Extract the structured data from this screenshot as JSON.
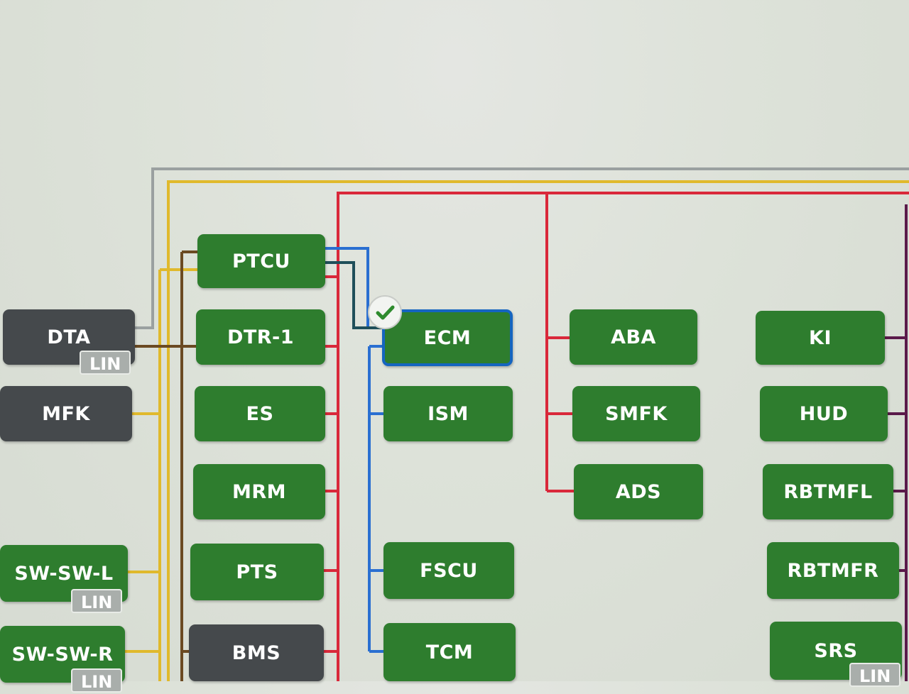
{
  "colors": {
    "node_green": "#2e7d2e",
    "node_gray": "#45494c",
    "selection_blue": "#1565c0",
    "bus_gray": "#9aa0a0",
    "bus_yellow": "#e0b92c",
    "bus_red": "#d9283a",
    "bus_blue": "#2a6fd1",
    "bus_brown": "#6b4a22",
    "bus_purple": "#5a1a4a"
  },
  "nodes": {
    "dta": "DTA",
    "mfk": "MFK",
    "sw_sw_l": "SW-SW-L",
    "sw_sw_r": "SW-SW-R",
    "ptcu": "PTCU",
    "dtr_1": "DTR-1",
    "es": "ES",
    "mrm": "MRM",
    "pts": "PTS",
    "bms": "BMS",
    "ecm": "ECM",
    "ism": "ISM",
    "fscu": "FSCU",
    "tcm": "TCM",
    "aba": "ABA",
    "smfk": "SMFK",
    "ads": "ADS",
    "ki": "KI",
    "hud": "HUD",
    "rbtmfl": "RBTMFL",
    "rbtmfr": "RBTMFR",
    "srs": "SRS"
  },
  "badges": {
    "dta_lin": "LIN",
    "sw_sw_l_lin": "LIN",
    "sw_sw_r_lin": "LIN",
    "srs_lin": "LIN"
  },
  "status": {
    "ecm_icon": "check-circle-icon",
    "ecm_selected": true
  }
}
